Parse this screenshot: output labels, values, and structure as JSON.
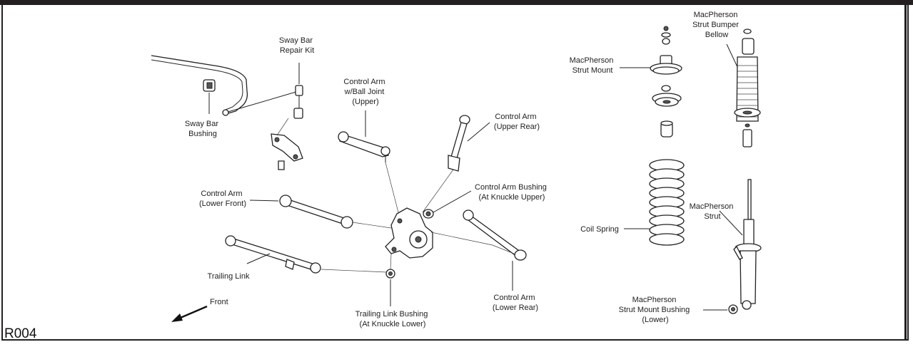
{
  "figure_code": "R004",
  "labels": {
    "sway_bar_repair_kit": [
      "Sway Bar",
      "Repair Kit"
    ],
    "sway_bar_bushing": [
      "Sway Bar",
      "Bushing"
    ],
    "control_arm_ball_joint_upper": [
      "Control Arm",
      "w/Ball Joint",
      "(Upper)"
    ],
    "control_arm_upper_rear": [
      "Control Arm",
      "(Upper Rear)"
    ],
    "control_arm_bushing_knuckle_upper": [
      "Control Arm Bushing",
      "(At Knuckle Upper)"
    ],
    "control_arm_lower_front": [
      "Control Arm",
      "(Lower Front)"
    ],
    "trailing_link": [
      "Trailing Link"
    ],
    "front": [
      "Front"
    ],
    "trailing_link_bushing": [
      "Trailing Link Bushing",
      "(At Knuckle Lower)"
    ],
    "control_arm_lower_rear": [
      "Control Arm",
      "(Lower Rear)"
    ],
    "macpherson_strut_mount": [
      "MacPherson",
      "Strut Mount"
    ],
    "macpherson_strut_bumper_bellow": [
      "MacPherson",
      "Strut Bumper",
      "Bellow"
    ],
    "coil_spring": [
      "Coil Spring"
    ],
    "macpherson_strut": [
      "MacPherson",
      "Strut"
    ],
    "macpherson_strut_mount_bushing_lower": [
      "MacPherson",
      "Strut Mount Bushing",
      "(Lower)"
    ]
  }
}
